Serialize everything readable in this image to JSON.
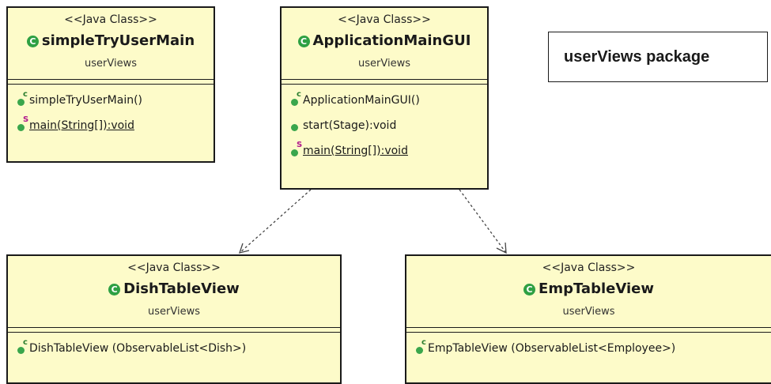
{
  "package_note": "userViews package",
  "classes": [
    {
      "stereotype": "<<Java Class>>",
      "name": "simpleTryUserMain",
      "package": "userViews",
      "members": [
        {
          "text": "simpleTryUserMain()",
          "kind": "constructor",
          "static": false
        },
        {
          "text": "main(String[]):void",
          "kind": "method",
          "static": true
        }
      ]
    },
    {
      "stereotype": "<<Java Class>>",
      "name": "ApplicationMainGUI",
      "package": "userViews",
      "members": [
        {
          "text": "ApplicationMainGUI()",
          "kind": "constructor",
          "static": false
        },
        {
          "text": "start(Stage):void",
          "kind": "method",
          "static": false
        },
        {
          "text": "main(String[]):void",
          "kind": "method",
          "static": true
        }
      ]
    },
    {
      "stereotype": "<<Java Class>>",
      "name": "DishTableView",
      "package": "userViews",
      "members": [
        {
          "text": "DishTableView (ObservableList<Dish>)",
          "kind": "constructor",
          "static": false
        }
      ]
    },
    {
      "stereotype": "<<Java Class>>",
      "name": "EmpTableView",
      "package": "userViews",
      "members": [
        {
          "text": "EmpTableView (ObservableList<Employee>)",
          "kind": "constructor",
          "static": false
        }
      ]
    }
  ],
  "badges": {
    "class": "C",
    "constructor": "c",
    "static": "S"
  },
  "colors": {
    "class_fill": "#fdfbc9",
    "border": "#1a1a1a",
    "badge_green": "#2ea043",
    "static_mark": "#b0188c"
  },
  "dependencies": [
    {
      "from": "ApplicationMainGUI",
      "to": "DishTableView",
      "style": "dashed"
    },
    {
      "from": "ApplicationMainGUI",
      "to": "EmpTableView",
      "style": "dashed"
    }
  ]
}
